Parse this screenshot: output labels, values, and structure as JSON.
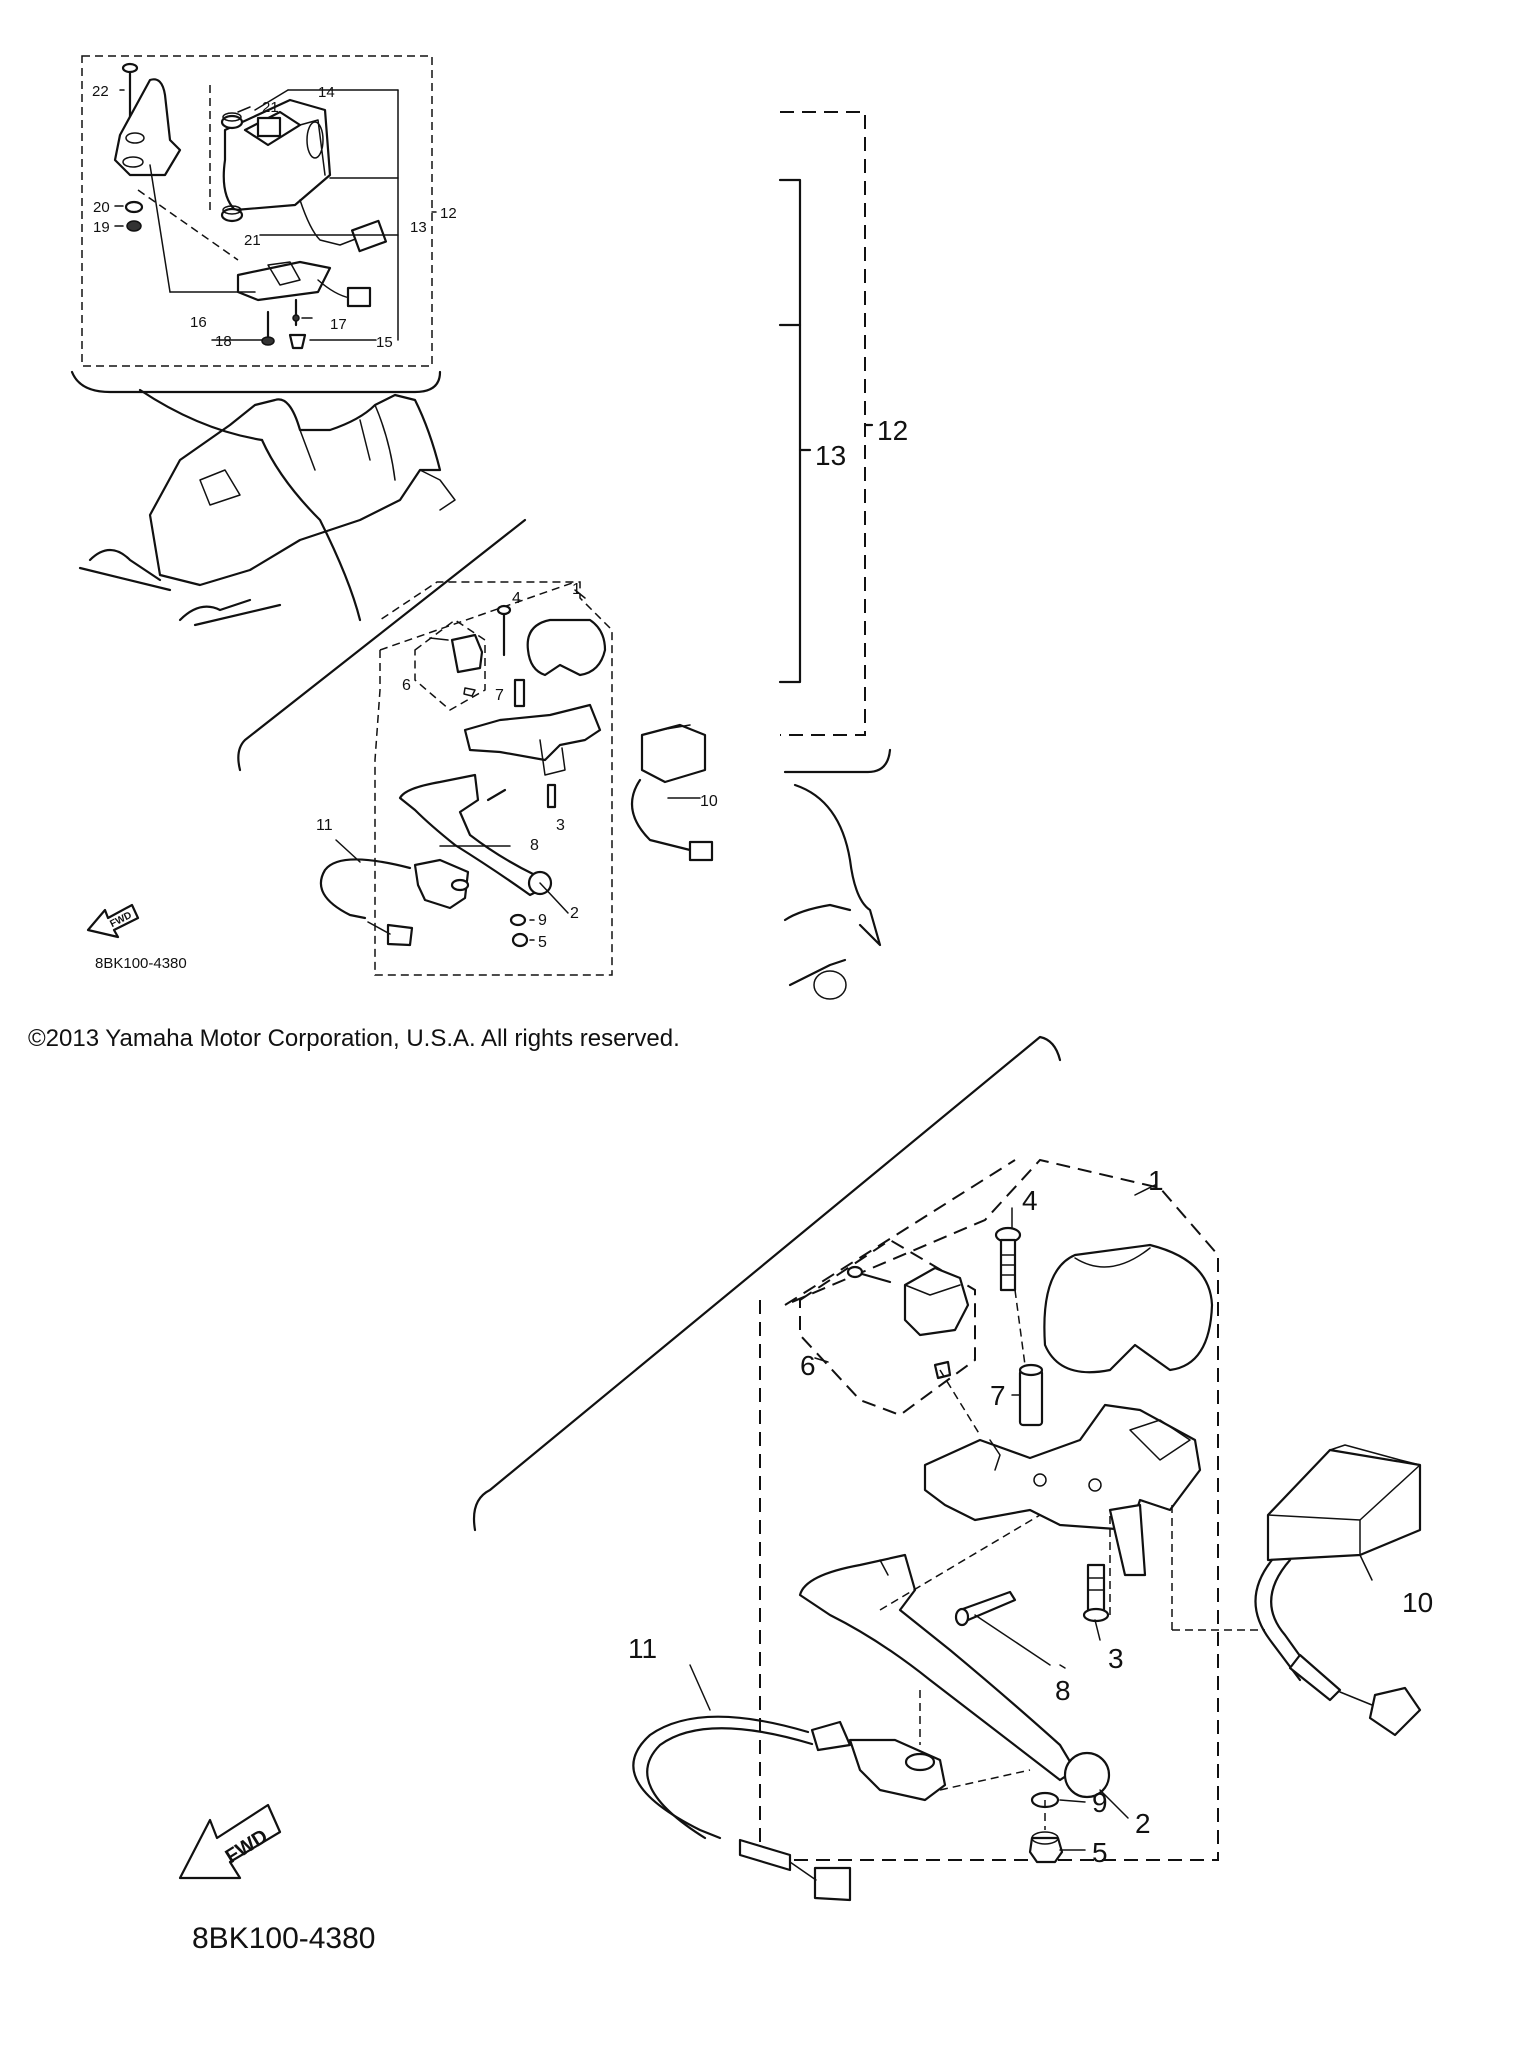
{
  "copyright": "©2013 Yamaha Motor Corporation, U.S.A. All rights reserved.",
  "diagram_code": "8BK100-4380",
  "fwd_label": "FWD",
  "small_view": {
    "inset_callouts": [
      "22",
      "21",
      "14",
      "20",
      "19",
      "21",
      "13",
      "12",
      "16",
      "18",
      "17",
      "15"
    ],
    "callouts": [
      "1",
      "4",
      "6",
      "7",
      "10",
      "3",
      "8",
      "11",
      "2",
      "9",
      "5"
    ]
  },
  "large_view": {
    "bracket_callouts": [
      "13",
      "12"
    ],
    "callouts": [
      "1",
      "4",
      "6",
      "7",
      "10",
      "3",
      "8",
      "11",
      "2",
      "9",
      "5"
    ]
  }
}
